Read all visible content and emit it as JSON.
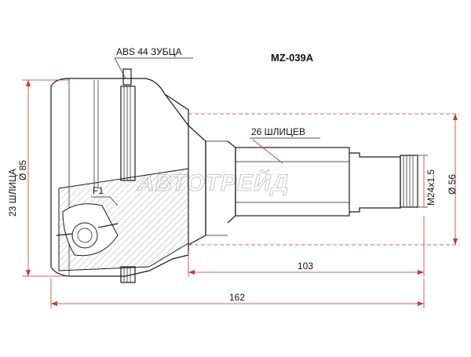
{
  "title": "MZ-039A",
  "callouts": {
    "abs": "ABS 44 ЗУБЦА",
    "shaft_splines": "26 ШЛИЦЕВ",
    "f1": "F1"
  },
  "dimensions": {
    "outer_splines": "23 ШЛИЦА",
    "outer_diameter": "Ø 85",
    "thread": "M24x1.5",
    "shaft_diameter": "Ø 56",
    "length_103": "103",
    "length_162": "162"
  },
  "watermark": "АВТОТРЕЙД",
  "colors": {
    "dimension": "#c0392b",
    "outline": "#1a1a1a"
  }
}
